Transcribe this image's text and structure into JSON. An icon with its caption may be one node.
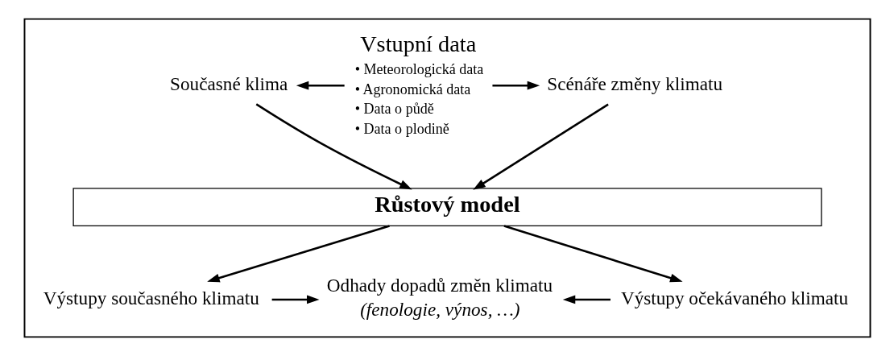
{
  "diagram": {
    "nodes": [
      {
        "text": [],
        "shape": "box"
      },
      {
        "text": [
          "Vstupní data",
          "• Meteorologická data",
          "• Agronomická data",
          "• Data o půdě",
          "• Data o plodině"
        ],
        "in": 0
      },
      {
        "text": [
          "Současné klima"
        ],
        "in": 0
      },
      {
        "text": [
          "Scénáře změny klimatu"
        ],
        "in": 0
      },
      {
        "text": [
          "Růstový model"
        ],
        "in": 0
      },
      {
        "text": [
          "Výstupy současného klimatu"
        ],
        "in": 0
      },
      {
        "text": [
          "Odhady dopadů změn klimatu",
          "(fenologie, výnos, …)"
        ],
        "in": 0
      },
      {
        "text": [
          "Výstupy očekávaného klimatu"
        ],
        "in": 0
      }
    ],
    "edges": [
      {
        "from": 1,
        "to": 2,
        "arrow": "to"
      },
      {
        "from": 1,
        "to": 3,
        "arrow": "to"
      },
      {
        "from": 2,
        "to": 4,
        "arrow": "to"
      },
      {
        "from": 3,
        "to": 4,
        "arrow": "to"
      },
      {
        "from": 4,
        "to": 5,
        "arrow": "to"
      },
      {
        "from": 4,
        "to": 7,
        "arrow": "to"
      },
      {
        "from": 5,
        "to": 6,
        "arrow": "to"
      },
      {
        "from": 7,
        "to": 6,
        "arrow": "to"
      }
    ]
  }
}
